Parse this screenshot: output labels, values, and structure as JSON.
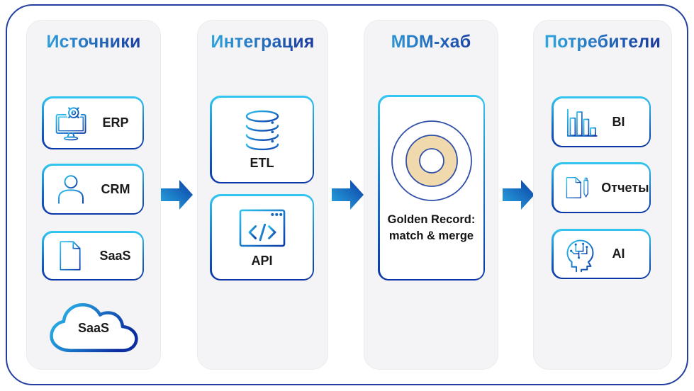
{
  "diagram": {
    "columns": [
      {
        "title": "Источники",
        "items": [
          {
            "label": "ERP",
            "icon": "erp-system-icon"
          },
          {
            "label": "CRM",
            "icon": "crm-user-icon"
          },
          {
            "label": "SaaS",
            "icon": "saas-document-icon"
          },
          {
            "label": "SaaS",
            "icon": "saas-cloud-icon"
          }
        ]
      },
      {
        "title": "Интеграция",
        "items": [
          {
            "label": "ETL",
            "icon": "etl-database-icon"
          },
          {
            "label": "API",
            "icon": "api-code-window-icon"
          }
        ]
      },
      {
        "title": "MDM-хаб",
        "items": [
          {
            "label_line1": "Golden Record:",
            "label_line2": "match & merge",
            "icon": "golden-record-target-icon"
          }
        ]
      },
      {
        "title": "Потребители",
        "items": [
          {
            "label": "BI",
            "icon": "bi-bar-chart-icon"
          },
          {
            "label": "Отчеты",
            "icon": "reports-document-pen-icon"
          },
          {
            "label": "AI",
            "icon": "ai-head-circuit-icon"
          }
        ]
      }
    ],
    "colors": {
      "accent_cyan": "#2EC3F0",
      "accent_navy": "#0C3AA8",
      "outer_border": "#24409E",
      "heading_gradient_start": "#31A7DE",
      "heading_gradient_end": "#1A3BA0",
      "column_background": "#F4F4F6",
      "golden_ring_fill": "#F0D9AC",
      "golden_ring_stroke": "#3050A8",
      "arrow_gradient_start": "#2BAAE2",
      "arrow_gradient_end": "#0A3FA5",
      "label_text": "#1A1A1A"
    }
  }
}
